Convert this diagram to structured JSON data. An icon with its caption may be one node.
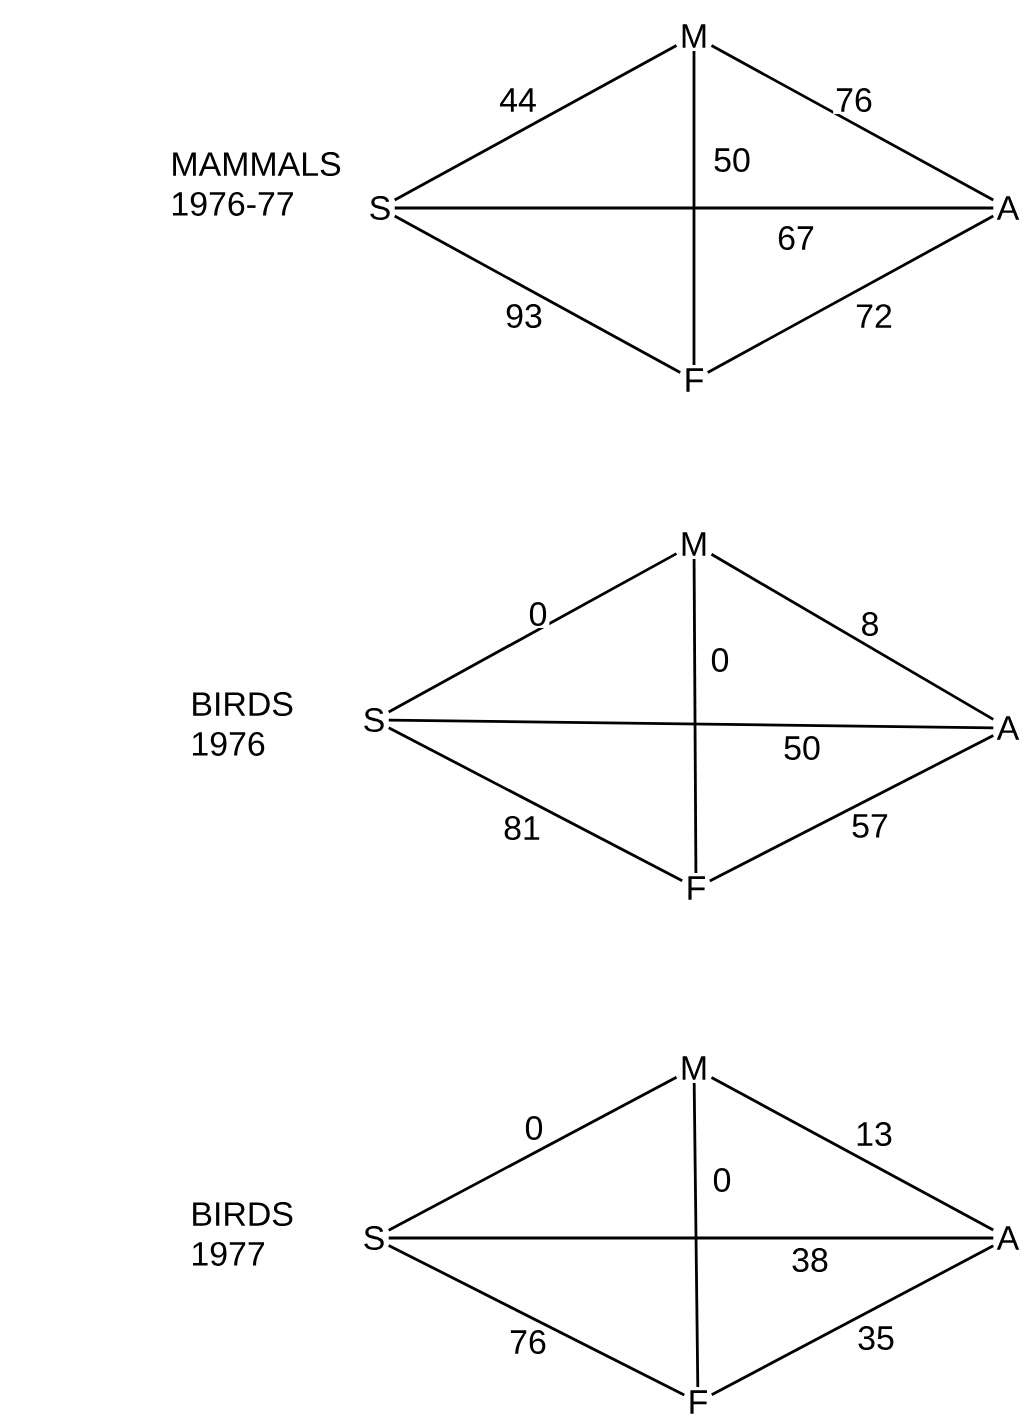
{
  "diagram": {
    "nodes": [
      {
        "text": [
          "M"
        ]
      },
      {
        "text": [
          "S"
        ]
      },
      {
        "text": [
          "A"
        ]
      },
      {
        "text": [
          "F"
        ]
      },
      {
        "text": [
          "M"
        ]
      },
      {
        "text": [
          "S"
        ]
      },
      {
        "text": [
          "A"
        ]
      },
      {
        "text": [
          "F"
        ]
      },
      {
        "text": [
          "M"
        ]
      },
      {
        "text": [
          "S"
        ]
      },
      {
        "text": [
          "A"
        ]
      },
      {
        "text": [
          "F"
        ]
      }
    ],
    "edges": [
      {
        "from": 1,
        "to": 0,
        "arrow": "none",
        "label": "44"
      },
      {
        "from": 0,
        "to": 2,
        "arrow": "none",
        "label": "76"
      },
      {
        "from": 0,
        "to": 3,
        "arrow": "none",
        "label": "50"
      },
      {
        "from": 1,
        "to": 2,
        "arrow": "none",
        "label": "67"
      },
      {
        "from": 1,
        "to": 3,
        "arrow": "none",
        "label": "93"
      },
      {
        "from": 3,
        "to": 2,
        "arrow": "none",
        "label": "72"
      },
      {
        "from": 5,
        "to": 4,
        "arrow": "none",
        "label": "0"
      },
      {
        "from": 4,
        "to": 6,
        "arrow": "none",
        "label": "8"
      },
      {
        "from": 4,
        "to": 7,
        "arrow": "none",
        "label": "0"
      },
      {
        "from": 5,
        "to": 6,
        "arrow": "none",
        "label": "50"
      },
      {
        "from": 5,
        "to": 7,
        "arrow": "none",
        "label": "81"
      },
      {
        "from": 7,
        "to": 6,
        "arrow": "none",
        "label": "57"
      },
      {
        "from": 9,
        "to": 8,
        "arrow": "none",
        "label": "0"
      },
      {
        "from": 8,
        "to": 10,
        "arrow": "none",
        "label": "13"
      },
      {
        "from": 8,
        "to": 11,
        "arrow": "none",
        "label": "0"
      },
      {
        "from": 9,
        "to": 10,
        "arrow": "none",
        "label": "38"
      },
      {
        "from": 9,
        "to": 11,
        "arrow": "none",
        "label": "76"
      },
      {
        "from": 11,
        "to": 10,
        "arrow": "none",
        "label": "35"
      }
    ],
    "labels": [
      "MAMMALS 1976-77",
      "BIRDS 1976",
      "BIRDS 1977"
    ]
  }
}
